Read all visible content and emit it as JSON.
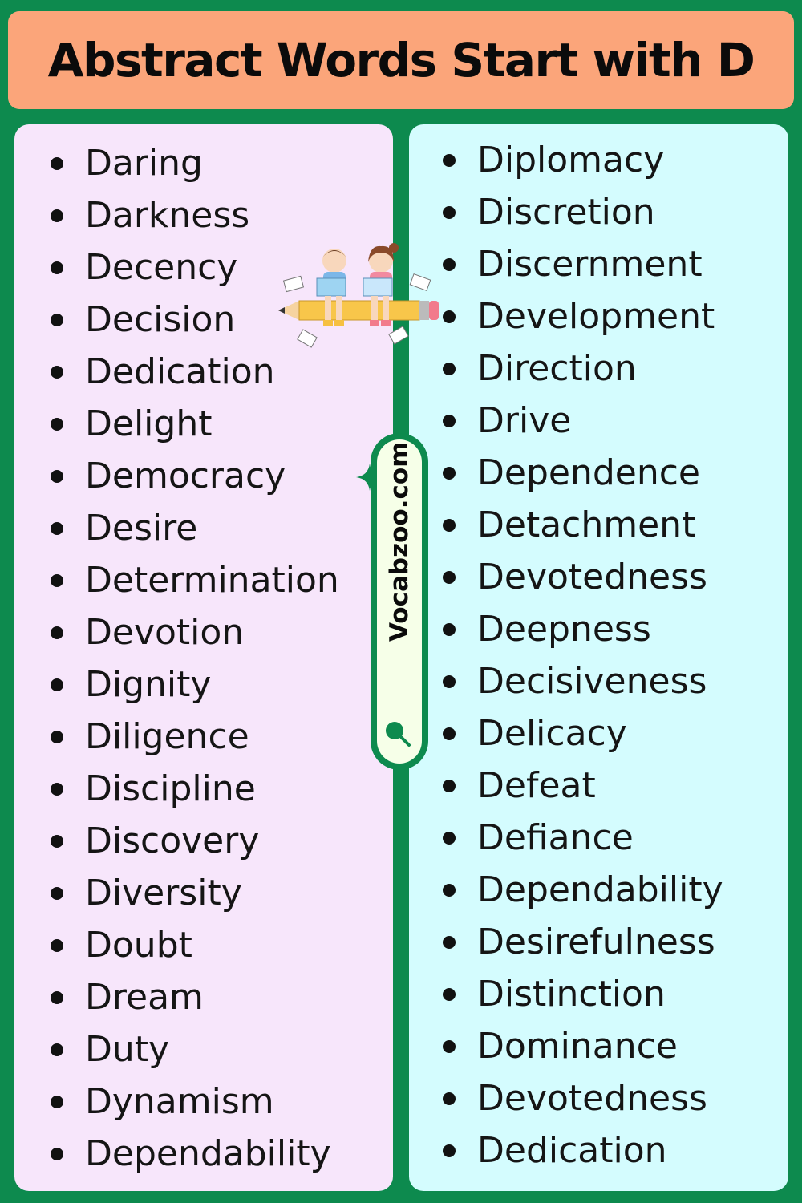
{
  "title": "Abstract Words Start with D",
  "watermark": "Vocabzoo.com",
  "colors": {
    "background": "#0d8a4e",
    "title_bar": "#fba57a",
    "left_panel": "#f7e6fb",
    "right_panel": "#d4fcfe"
  },
  "left_words": [
    "Daring",
    "Darkness",
    "Decency",
    "Decision",
    "Dedication",
    "Delight",
    "Democracy",
    "Desire",
    "Determination",
    "Devotion",
    "Dignity",
    "Diligence",
    "Discipline",
    "Discovery",
    "Diversity",
    "Doubt",
    "Dream",
    "Duty",
    "Dynamism",
    "Dependability"
  ],
  "right_words": [
    "Diplomacy",
    "Discretion",
    "Discernment",
    "Development",
    "Direction",
    "Drive",
    "Dependence",
    "Detachment",
    "Devotedness",
    "Deepness",
    "Decisiveness",
    "Delicacy",
    "Defeat",
    "Defiance",
    "Dependability",
    "Desirefulness",
    "Distinction",
    "Dominance",
    "Devotedness",
    "Dedication"
  ],
  "icons": {
    "illustration": "kids-reading-on-pencil-illustration",
    "sparkle": "sparkle-icon",
    "search": "search-icon"
  }
}
